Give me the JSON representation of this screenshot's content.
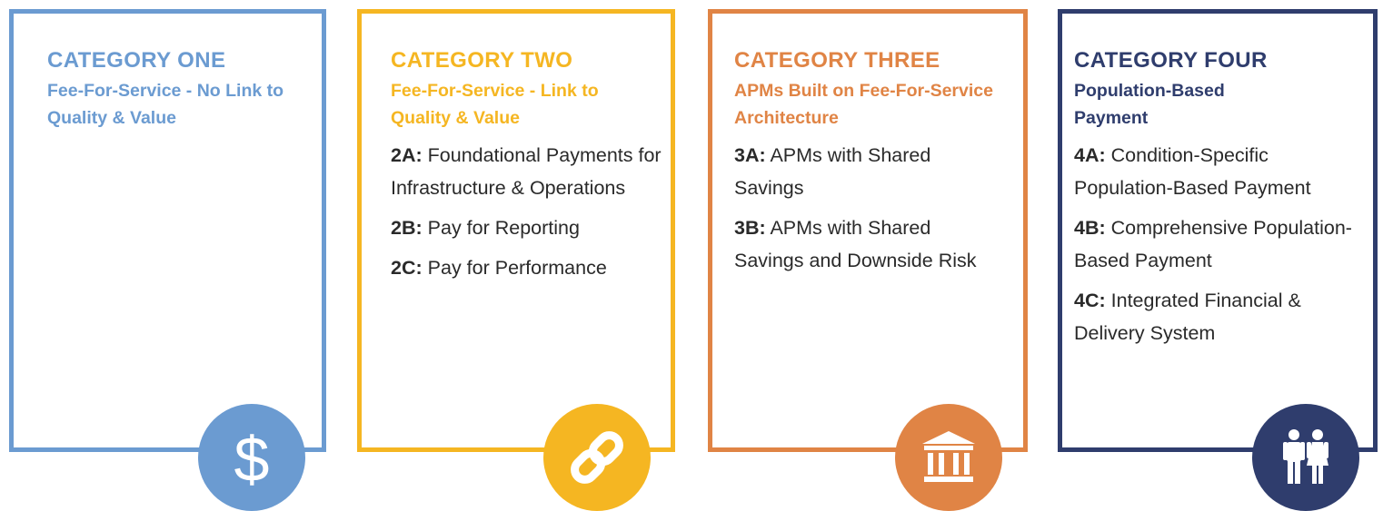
{
  "colors": {
    "cat1": "#6b9bd1",
    "cat2": "#f5b622",
    "cat3": "#e08445",
    "cat4": "#2f3d6d"
  },
  "categories": [
    {
      "title": "CATEGORY ONE",
      "subtitle": "Fee-For-Service - No Link to Quality & Value",
      "icon": "dollar-icon",
      "items": []
    },
    {
      "title": "CATEGORY TWO",
      "subtitle": "Fee-For-Service - Link to Quality & Value",
      "icon": "link-icon",
      "items": [
        {
          "code": "2A:",
          "text": "Foundational Payments for Infrastructure & Operations"
        },
        {
          "code": "2B:",
          "text": "Pay for Reporting"
        },
        {
          "code": "2C:",
          "text": "Pay for Performance"
        }
      ]
    },
    {
      "title": "CATEGORY THREE",
      "subtitle": "APMs Built on Fee-For-Service Architecture",
      "icon": "bank-icon",
      "items": [
        {
          "code": "3A:",
          "text": "APMs with Shared Savings"
        },
        {
          "code": "3B:",
          "text": "APMs with Shared Savings and Downside Risk"
        }
      ]
    },
    {
      "title": "CATEGORY FOUR",
      "subtitle": "Population-Based Payment",
      "icon": "people-icon",
      "items": [
        {
          "code": "4A:",
          "text": "Condition-Specific Population-Based Payment"
        },
        {
          "code": "4B:",
          "text": "Comprehensive Population-Based Payment"
        },
        {
          "code": "4C:",
          "text": "Integrated Financial & Delivery System"
        }
      ]
    }
  ]
}
